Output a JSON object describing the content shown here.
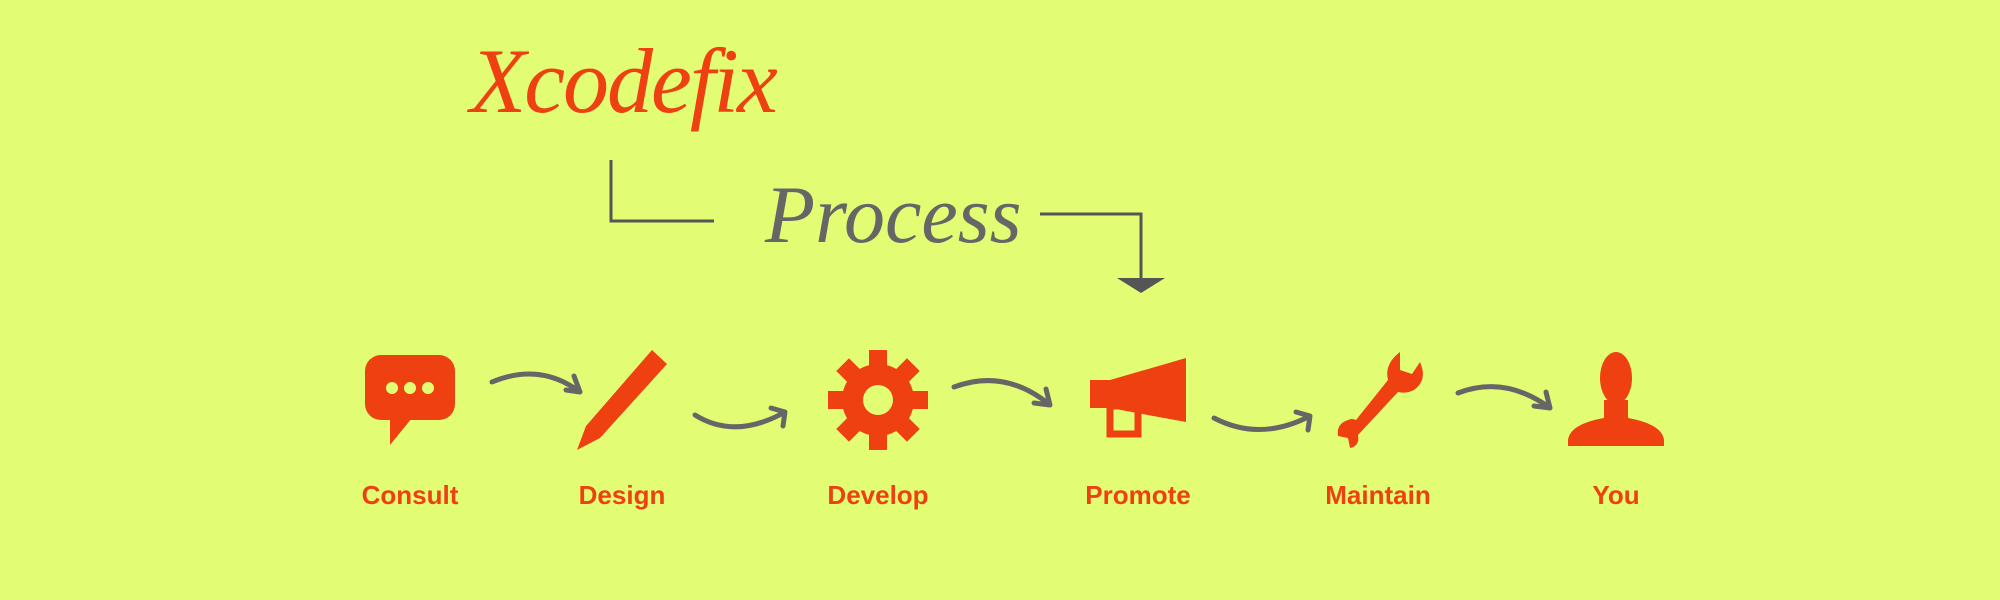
{
  "brand": "Xcodefix",
  "title": "Process",
  "colors": {
    "background": "#e2fd74",
    "accent": "#ee4010",
    "grey": "#666666"
  },
  "steps": [
    {
      "label": "Consult",
      "icon": "speech-bubble-icon"
    },
    {
      "label": "Design",
      "icon": "pencil-icon"
    },
    {
      "label": "Develop",
      "icon": "gear-icon"
    },
    {
      "label": "Promote",
      "icon": "megaphone-icon"
    },
    {
      "label": "Maintain",
      "icon": "wrench-icon"
    },
    {
      "label": "You",
      "icon": "user-icon"
    }
  ]
}
